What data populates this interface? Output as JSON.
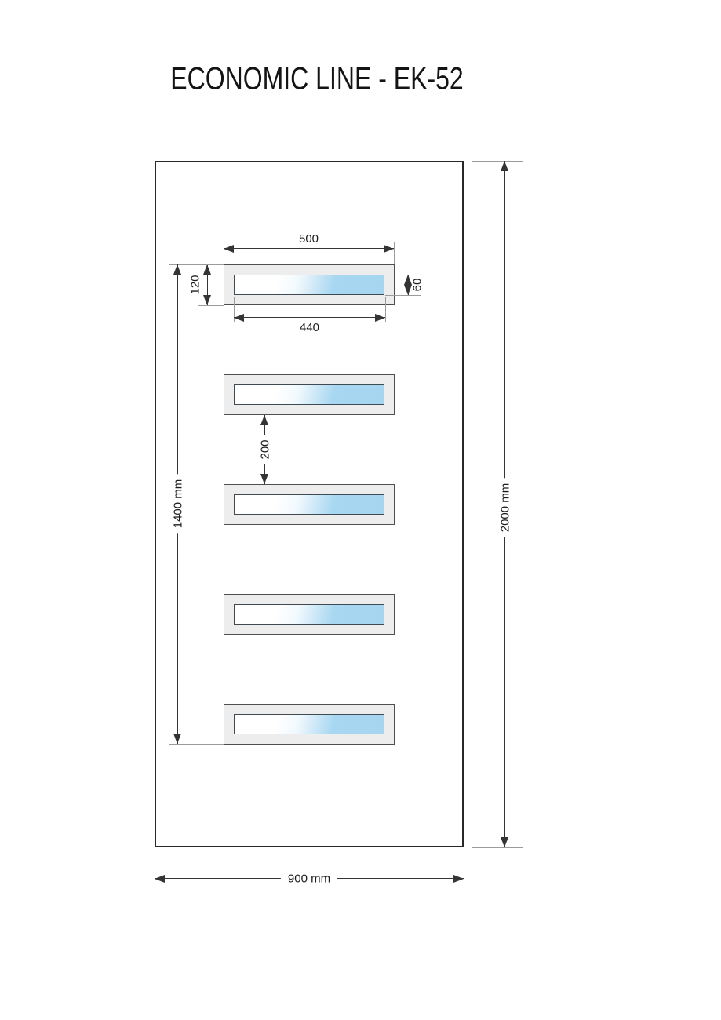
{
  "title": "ECONOMIC LINE - EK-52",
  "drawing": {
    "panel_count": 5,
    "labels": {
      "panel_width": "500",
      "panel_height": "120",
      "glass_width": "440",
      "glass_height": "60",
      "panel_gap": "200",
      "panels_span": "1400 mm",
      "door_height": "2000 mm",
      "door_width": "900 mm"
    },
    "colors": {
      "glass_blue": "#a8d7f1",
      "frame_fill": "#ededed",
      "dimension_line": "#343434",
      "extension_line": "#9b9b9b"
    }
  }
}
